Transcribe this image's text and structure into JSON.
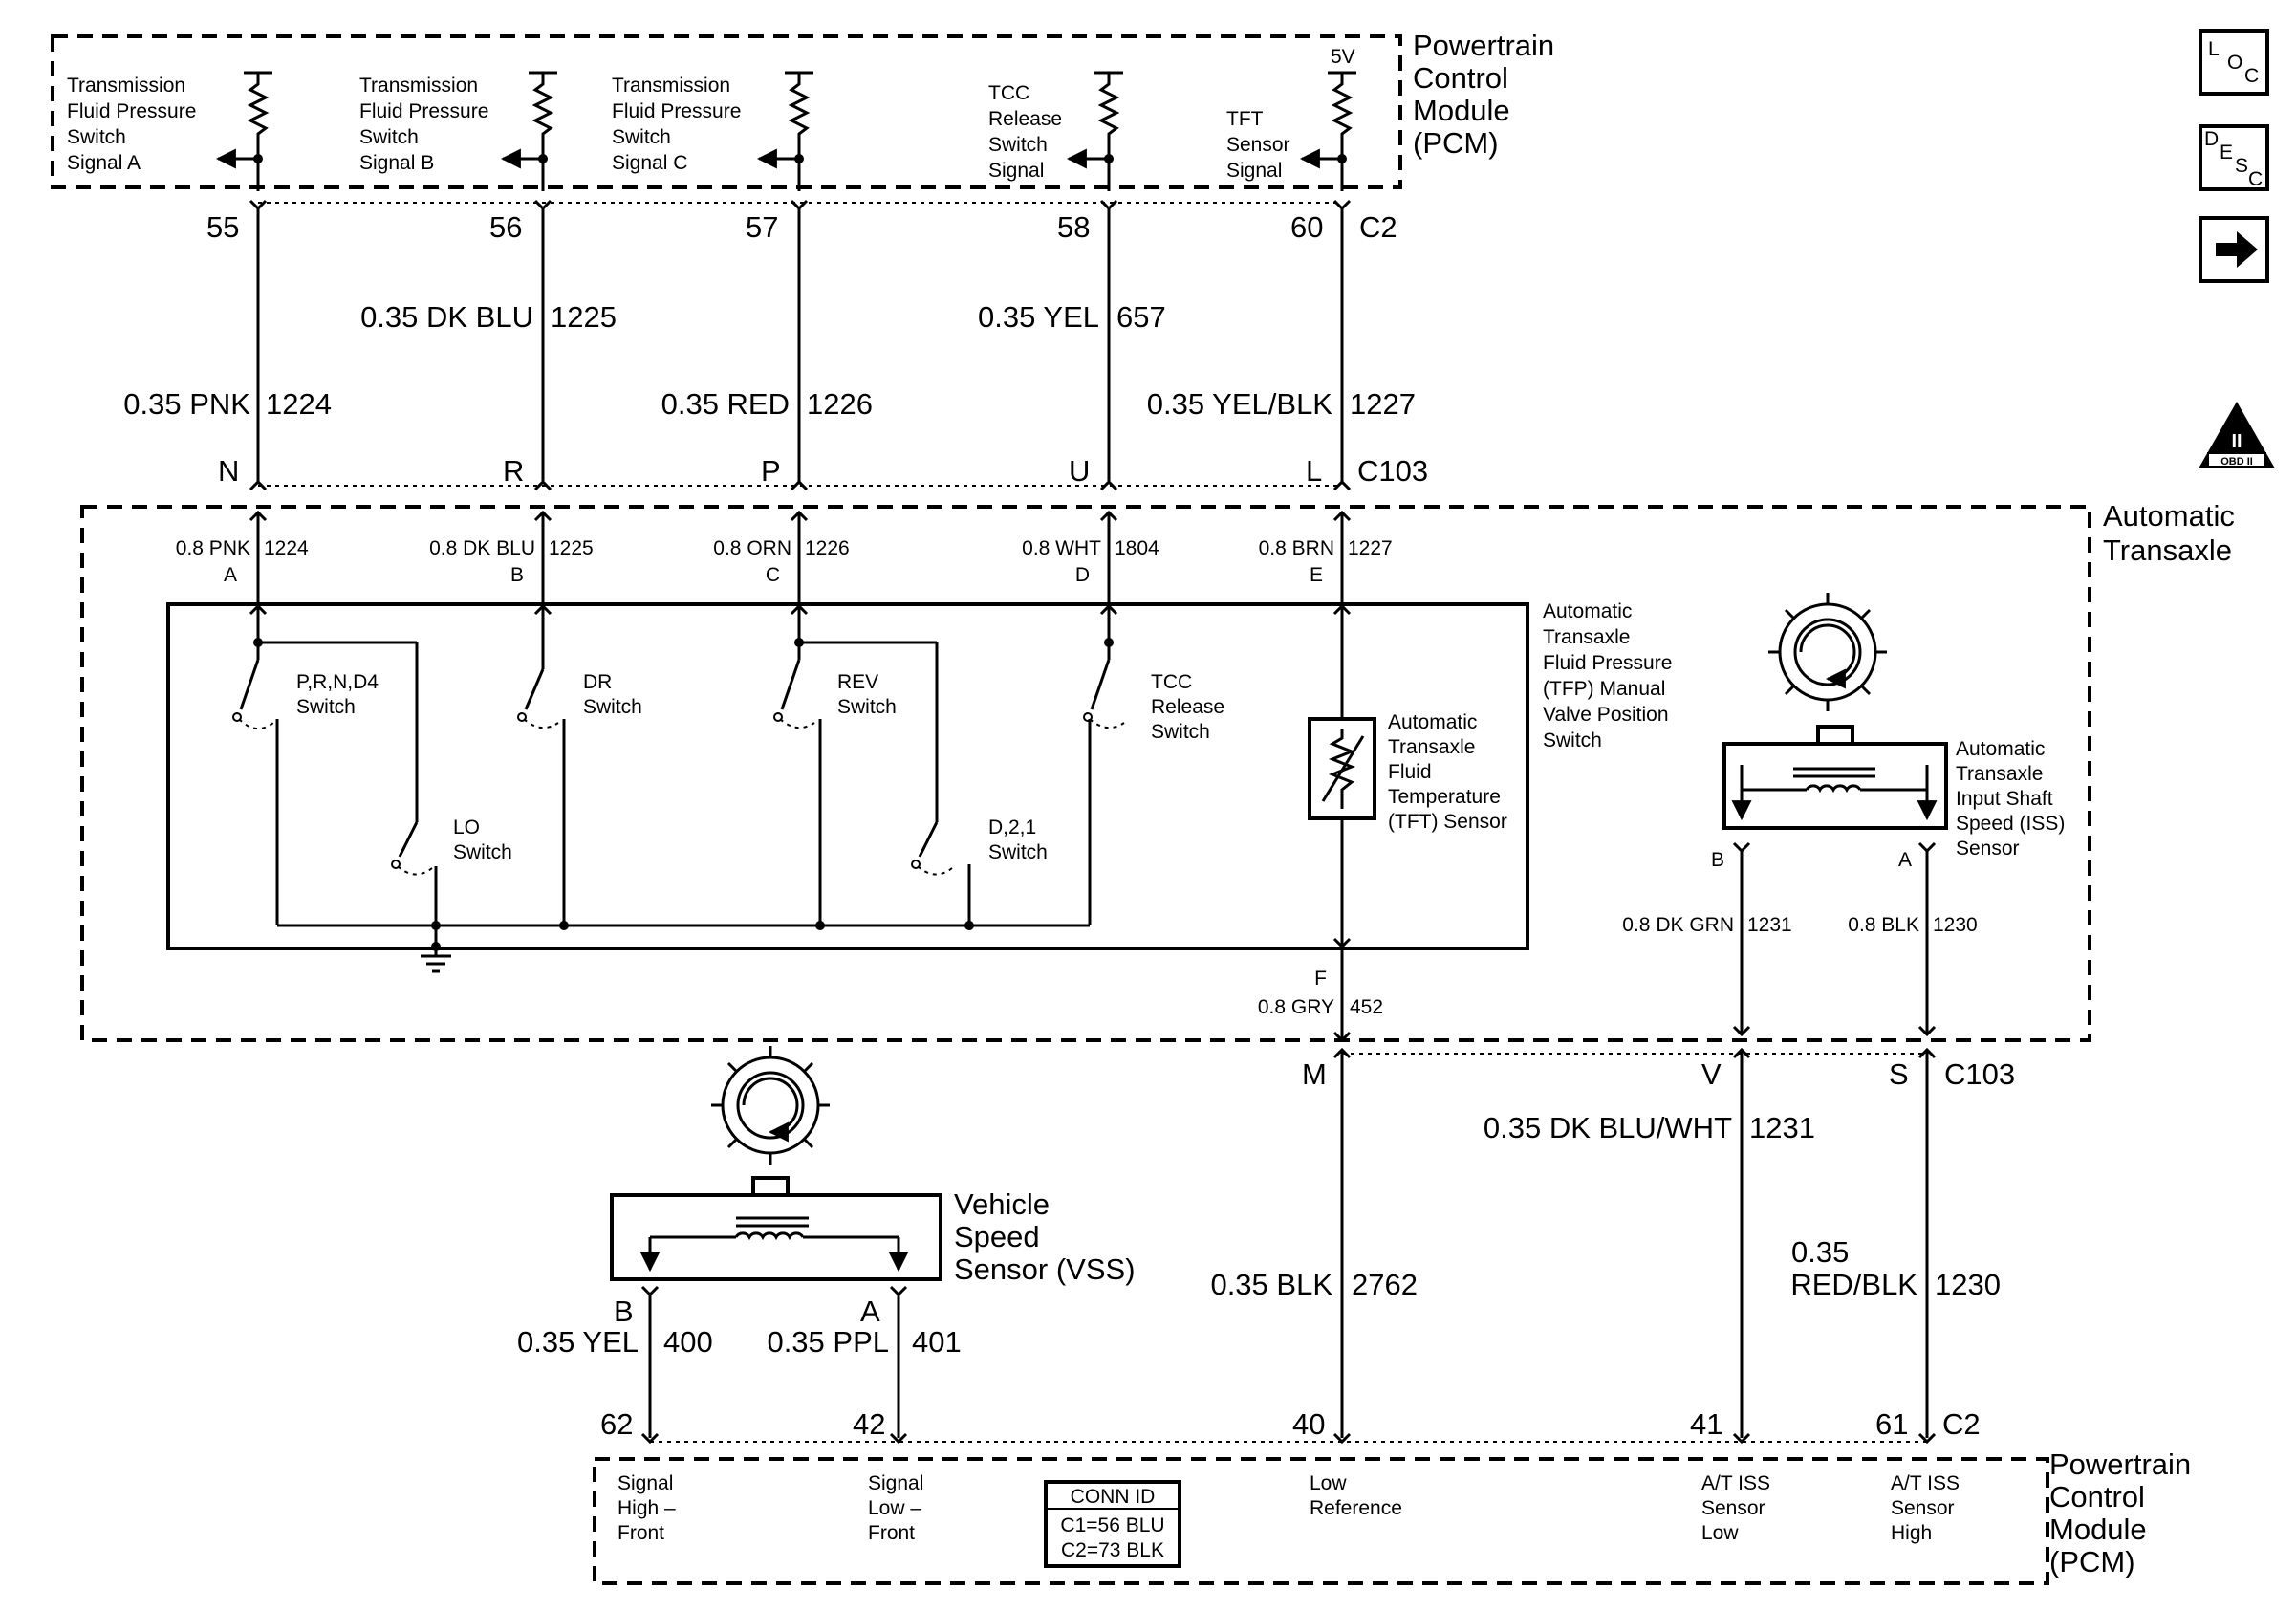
{
  "pcm_top": {
    "name_lines": [
      "Powertrain",
      "Control",
      "Module",
      "(PCM)"
    ],
    "voltage": "5V",
    "connector": "C2",
    "signals": [
      {
        "lines": [
          "Transmission",
          "Fluid Pressure",
          "Switch",
          "Signal A"
        ],
        "pin": "55"
      },
      {
        "lines": [
          "Transmission",
          "Fluid Pressure",
          "Switch",
          "Signal B"
        ],
        "pin": "56"
      },
      {
        "lines": [
          "Transmission",
          "Fluid Pressure",
          "Switch",
          "Signal C"
        ],
        "pin": "57"
      },
      {
        "lines": [
          "TCC",
          "Release",
          "Switch",
          "Signal"
        ],
        "pin": "58"
      },
      {
        "lines": [
          "TFT",
          "Sensor",
          "Signal"
        ],
        "pin": "60"
      }
    ]
  },
  "wires_upper": {
    "w1": {
      "color": "0.35 PNK",
      "circuit": "1224"
    },
    "w2": {
      "color": "0.35 DK BLU",
      "circuit": "1225"
    },
    "w3": {
      "color": "0.35 RED",
      "circuit": "1226"
    },
    "w4": {
      "color": "0.35 YEL",
      "circuit": "657"
    },
    "w5": {
      "color": "0.35 YEL/BLK",
      "circuit": "1227"
    }
  },
  "c103_upper": {
    "pins": [
      "N",
      "R",
      "P",
      "U",
      "L"
    ],
    "connector": "C103"
  },
  "transaxle": {
    "name_lines": [
      "Automatic",
      "Transaxle"
    ],
    "terminals": [
      {
        "pin": "A",
        "color": "0.8 PNK",
        "circuit": "1224"
      },
      {
        "pin": "B",
        "color": "0.8 DK BLU",
        "circuit": "1225"
      },
      {
        "pin": "C",
        "color": "0.8 ORN",
        "circuit": "1226"
      },
      {
        "pin": "D",
        "color": "0.8 WHT",
        "circuit": "1804"
      },
      {
        "pin": "E",
        "color": "0.8 BRN",
        "circuit": "1227"
      }
    ],
    "tfp_lines": [
      "Automatic",
      "Transaxle",
      "Fluid Pressure",
      "(TFP) Manual",
      "Valve Position",
      "Switch"
    ],
    "switches": {
      "prnd4": [
        "P,R,N,D4",
        "Switch"
      ],
      "dr": [
        "DR",
        "Switch"
      ],
      "rev": [
        "REV",
        "Switch"
      ],
      "tcc": [
        "TCC",
        "Release",
        "Switch"
      ],
      "lo": [
        "LO",
        "Switch"
      ],
      "d21": [
        "D,2,1",
        "Switch"
      ]
    },
    "tft_lines": [
      "Automatic",
      "Transaxle",
      "Fluid",
      "Temperature",
      "(TFT) Sensor"
    ],
    "f_pin": "F",
    "f_wire": {
      "color": "0.8 GRY",
      "circuit": "452"
    },
    "iss": {
      "lines": [
        "Automatic",
        "Transaxle",
        "Input Shaft",
        "Speed (ISS)",
        "Sensor"
      ],
      "pin_b": "B",
      "pin_a": "A",
      "wire_b": {
        "color": "0.8 DK GRN",
        "circuit": "1231"
      },
      "wire_a": {
        "color": "0.8 BLK",
        "circuit": "1230"
      }
    }
  },
  "c103_lower": {
    "pins": [
      "M",
      "V",
      "S"
    ],
    "connector": "C103"
  },
  "wires_lower": {
    "m": {
      "color": "0.35 BLK",
      "circuit": "2762"
    },
    "v": {
      "color": "0.35 DK BLU/WHT",
      "circuit": "1231"
    },
    "s": {
      "color_lines": [
        "0.35",
        "RED/BLK"
      ],
      "circuit": "1230"
    }
  },
  "vss": {
    "lines": [
      "Vehicle",
      "Speed",
      "Sensor (VSS)"
    ],
    "pin_b": "B",
    "pin_a": "A",
    "wire_b": {
      "color": "0.35 YEL",
      "circuit": "400"
    },
    "wire_a": {
      "color": "0.35 PPL",
      "circuit": "401"
    }
  },
  "pcm_bottom": {
    "name_lines": [
      "Powertrain",
      "Control",
      "Module",
      "(PCM)"
    ],
    "connector": "C2",
    "pins": [
      "62",
      "42",
      "40",
      "41",
      "61"
    ],
    "signals": [
      [
        "Signal",
        "High –",
        "Front"
      ],
      [
        "Signal",
        "Low –",
        "Front"
      ],
      [
        "Low",
        "Reference"
      ],
      [
        "A/T ISS",
        "Sensor",
        "Low"
      ],
      [
        "A/T ISS",
        "Sensor",
        "High"
      ]
    ],
    "conn_id": {
      "title": "CONN ID",
      "c1": "C1=56 BLU",
      "c2": "C2=73 BLK"
    }
  },
  "nav_icons": {
    "loc": [
      "L",
      "O",
      "C"
    ],
    "desc": [
      "D",
      "E",
      "S",
      "C"
    ],
    "obd": [
      "II",
      "OBD II"
    ],
    "icon_names": [
      "location-icon",
      "description-icon",
      "next-arrow-icon",
      "obd-ii-icon"
    ]
  }
}
